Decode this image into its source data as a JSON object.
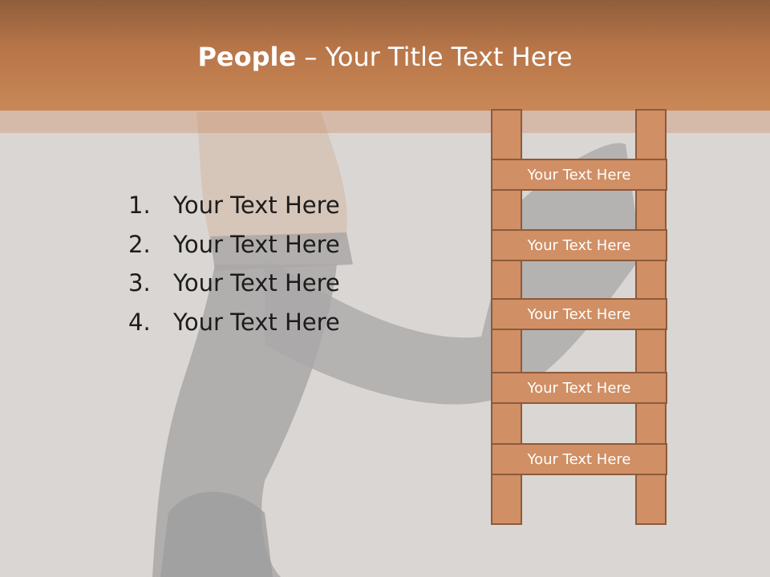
{
  "title": {
    "bold": "People",
    "rest": " – Your Title Text Here"
  },
  "list": [
    {
      "num": "1.",
      "text": "Your Text Here"
    },
    {
      "num": "2.",
      "text": "Your Text Here"
    },
    {
      "num": "3.",
      "text": "Your Text Here"
    },
    {
      "num": "4.",
      "text": "Your Text Here"
    }
  ],
  "ladder": {
    "rungs": [
      "Your Text Here",
      "Your Text Here",
      "Your Text Here",
      "Your Text Here",
      "Your Text Here"
    ]
  },
  "colors": {
    "title_bar": "#c98856",
    "ladder_fill": "#d08f64",
    "ladder_stroke": "#8c5a3c",
    "background": "#d9d5d2"
  }
}
